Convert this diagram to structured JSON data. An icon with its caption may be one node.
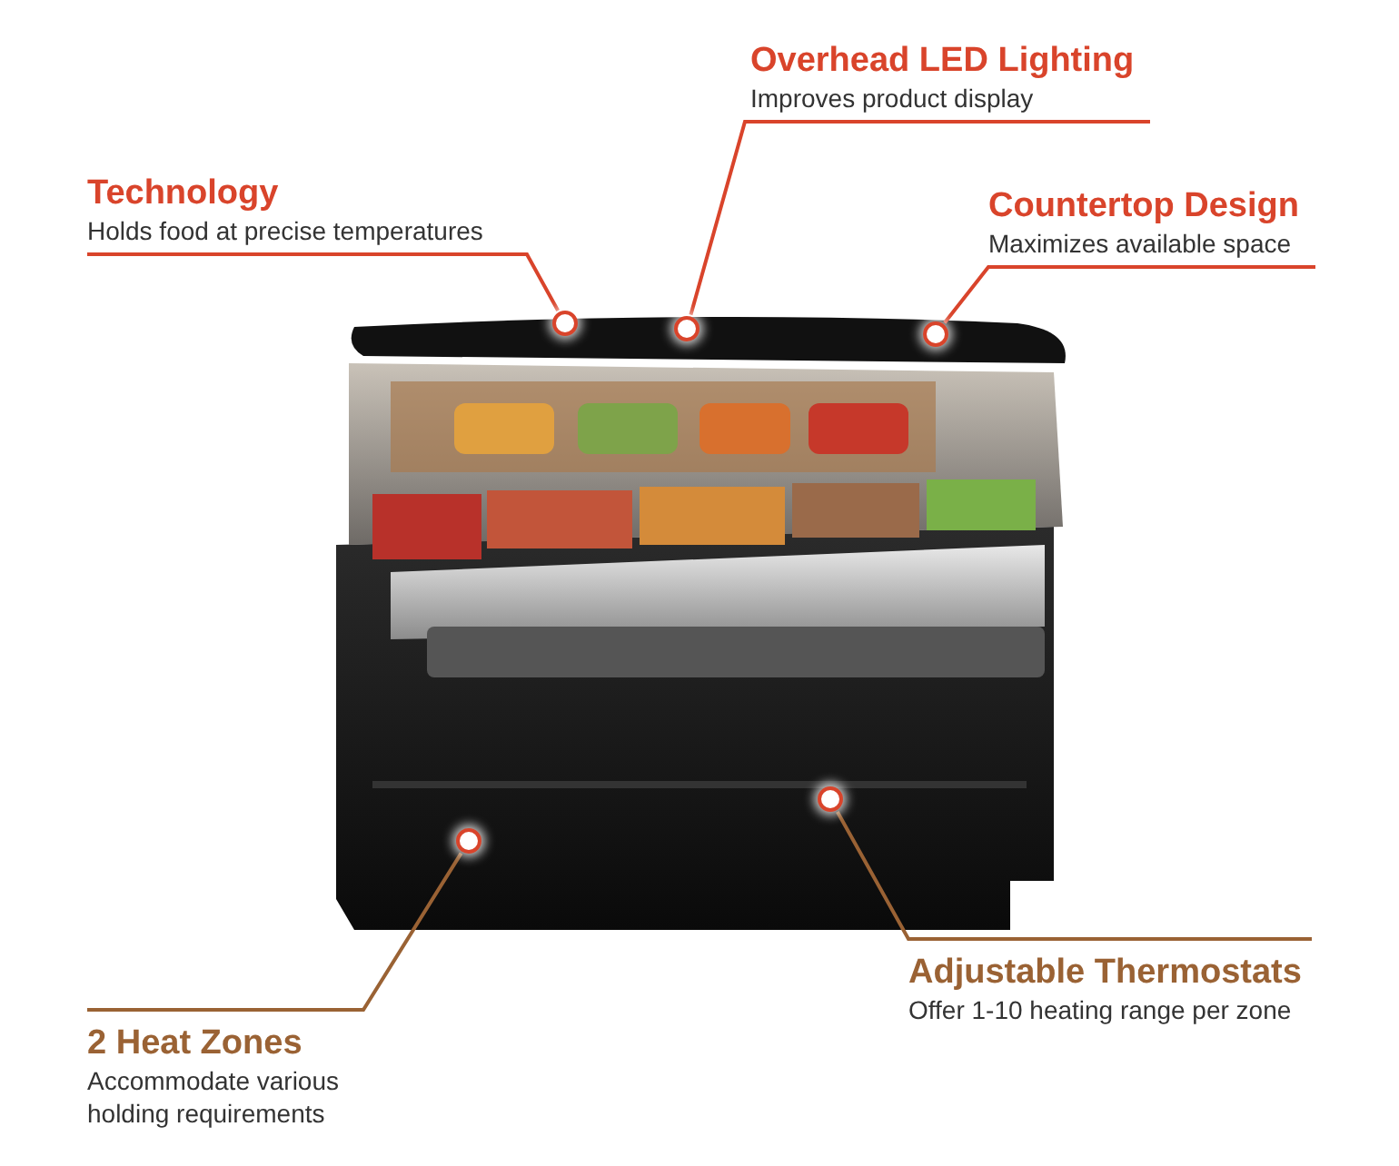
{
  "diagram": {
    "nodes": [
      {
        "text": [
          "Technology",
          "Holds food at precise temperatures"
        ]
      },
      {
        "text": [
          "Overhead LED Lighting",
          "Improves product display"
        ]
      },
      {
        "text": [
          "Countertop Design",
          "Maximizes available space"
        ]
      },
      {
        "text": [
          "Adjustable Thermostats",
          "Offer 1-10 heating range per zone"
        ]
      },
      {
        "text": [
          "2 Heat Zones",
          "Accommodate various holding requirements"
        ]
      },
      {
        "text": [],
        "shape": "circle"
      },
      {
        "text": [],
        "shape": "circle"
      },
      {
        "text": [],
        "shape": "circle"
      },
      {
        "text": [],
        "shape": "circle"
      },
      {
        "text": [],
        "shape": "circle"
      }
    ],
    "edges": [
      {
        "from": 0,
        "to": 5,
        "arrow": "none"
      },
      {
        "from": 1,
        "to": 6,
        "arrow": "none"
      },
      {
        "from": 2,
        "to": 7,
        "arrow": "none"
      },
      {
        "from": 3,
        "to": 9,
        "arrow": "none",
        "color": "#9a6234"
      },
      {
        "from": 4,
        "to": 8,
        "arrow": "none",
        "color": "#9a6234"
      }
    ]
  }
}
